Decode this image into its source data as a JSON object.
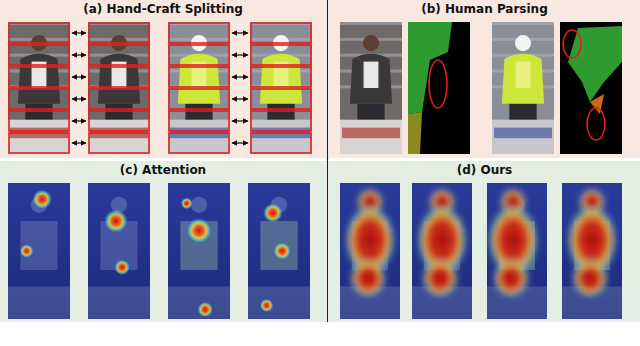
{
  "diagram": {
    "nodes": [
      {
        "text": [
          "(a) Hand-Craft Splitting"
        ]
      },
      {
        "text": [
          "(b) Human Parsing"
        ]
      },
      {
        "text": [
          "(c) Attention"
        ]
      },
      {
        "text": [
          "(d) Ours"
        ]
      }
    ]
  }
}
